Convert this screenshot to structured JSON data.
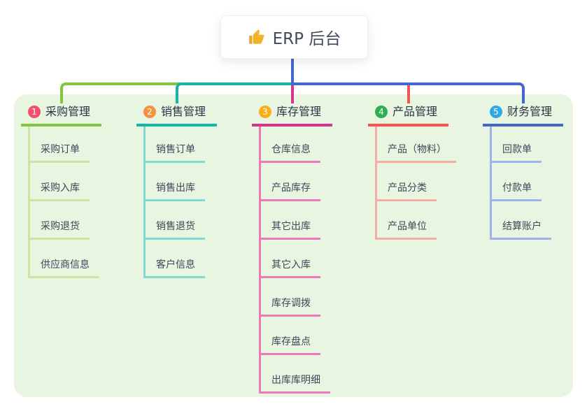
{
  "root": {
    "label": "ERP 后台",
    "icon": "thumbs-up-icon",
    "line_color": "#4466cf"
  },
  "panel": {
    "bg": "#e7f5e1"
  },
  "branches": [
    {
      "num": "1",
      "label": "采购管理",
      "color": "#85c440",
      "light": "#c9e6a4",
      "badge": "#f2506e",
      "items": [
        "采购订单",
        "采购入库",
        "采购退货",
        "供应商信息"
      ]
    },
    {
      "num": "2",
      "label": "销售管理",
      "color": "#14b5ae",
      "light": "#82d8d2",
      "badge": "#f6913c",
      "items": [
        "销售订单",
        "销售出库",
        "销售退货",
        "客户信息"
      ]
    },
    {
      "num": "3",
      "label": "库存管理",
      "color": "#d6348f",
      "light": "#ee79b8",
      "badge": "#fbae17",
      "items": [
        "仓库信息",
        "产品库存",
        "其它出库",
        "其它入库",
        "库存调拨",
        "库存盘点",
        "出库库明细"
      ]
    },
    {
      "num": "4",
      "label": "产品管理",
      "color": "#f4564e",
      "light": "#f8aaa5",
      "badge": "#2daf4e",
      "items": [
        "产品（物料）",
        "产品分类",
        "产品单位"
      ]
    },
    {
      "num": "5",
      "label": "财务管理",
      "color": "#4466cf",
      "light": "#9db4ea",
      "badge": "#2ea9e5",
      "items": [
        "回款单",
        "付款单",
        "结算账户"
      ]
    }
  ]
}
